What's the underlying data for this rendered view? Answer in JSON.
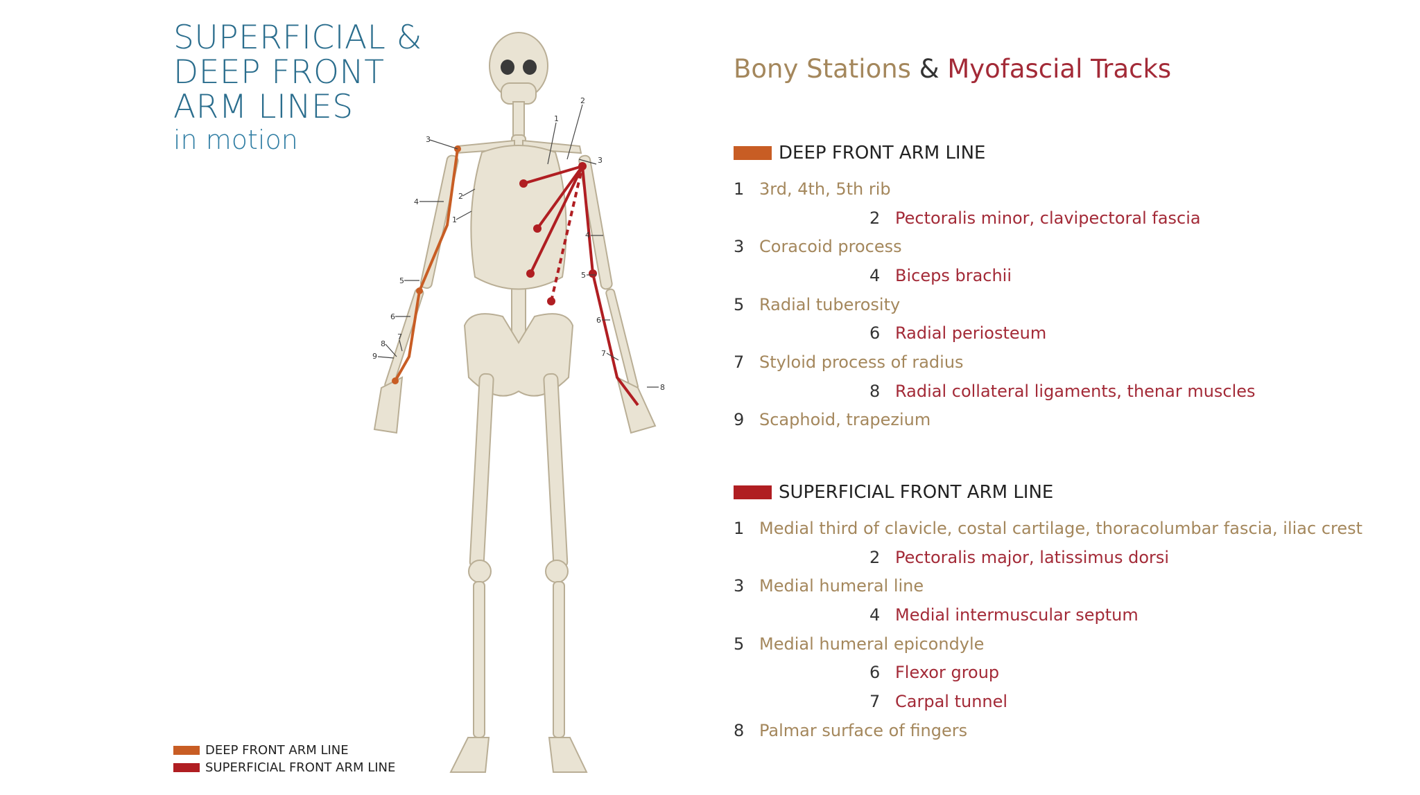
{
  "title": {
    "lines": [
      "SUPERFICIAL &",
      "DEEP FRONT",
      "ARM LINES"
    ],
    "subtitle": "in motion"
  },
  "panel": {
    "title_bony": "Bony Stations",
    "title_amp": "&",
    "title_tracks": "Myofascial Tracks"
  },
  "colors": {
    "deep": "#c85d24",
    "superficial": "#b01e22",
    "bony_text": "#a4875c",
    "track_text": "#a32a37",
    "title_blue": "#2a6d8d"
  },
  "deep_section": {
    "heading": "DEEP FRONT ARM LINE",
    "items": [
      {
        "n": "1",
        "text": "3rd, 4th, 5th rib",
        "kind": "bony"
      },
      {
        "n": "2",
        "text": "Pectoralis minor, clavipectoral fascia",
        "kind": "track"
      },
      {
        "n": "3",
        "text": "Coracoid process",
        "kind": "bony"
      },
      {
        "n": "4",
        "text": "Biceps brachii",
        "kind": "track"
      },
      {
        "n": "5",
        "text": "Radial tuberosity",
        "kind": "bony"
      },
      {
        "n": "6",
        "text": "Radial periosteum",
        "kind": "track"
      },
      {
        "n": "7",
        "text": "Styloid process of radius",
        "kind": "bony"
      },
      {
        "n": "8",
        "text": "Radial collateral ligaments, thenar muscles",
        "kind": "track"
      },
      {
        "n": "9",
        "text": "Scaphoid, trapezium",
        "kind": "bony"
      }
    ]
  },
  "superficial_section": {
    "heading": "SUPERFICIAL FRONT ARM LINE",
    "items": [
      {
        "n": "1",
        "text": "Medial third of clavicle, costal cartilage, thoracolumbar fascia, iliac crest",
        "kind": "bony"
      },
      {
        "n": "2",
        "text": "Pectoralis major, latissimus dorsi",
        "kind": "track"
      },
      {
        "n": "3",
        "text": "Medial humeral line",
        "kind": "bony"
      },
      {
        "n": "4",
        "text": "Medial intermuscular septum",
        "kind": "track"
      },
      {
        "n": "5",
        "text": "Medial humeral epicondyle",
        "kind": "bony"
      },
      {
        "n": "6",
        "text": "Flexor group",
        "kind": "track"
      },
      {
        "n": "7",
        "text": "Carpal tunnel",
        "kind": "track"
      },
      {
        "n": "8",
        "text": "Palmar surface of fingers",
        "kind": "bony"
      }
    ]
  },
  "legend": {
    "deep": "DEEP FRONT ARM LINE",
    "superficial": "SUPERFICIAL FRONT ARM LINE"
  },
  "figure_labels": {
    "left": [
      "3",
      "4",
      "2",
      "1",
      "5",
      "6",
      "8",
      "7",
      "9"
    ],
    "right": [
      "2",
      "1",
      "3",
      "4",
      "5",
      "6",
      "7",
      "8"
    ]
  }
}
